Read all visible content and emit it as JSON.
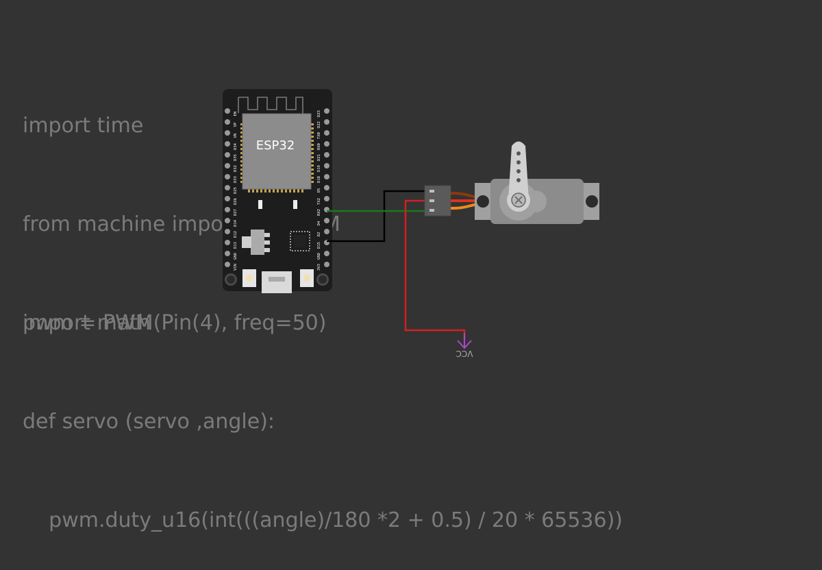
{
  "code": {
    "top_lines": [
      "import time",
      "from machine import Pin, PWM",
      "import math"
    ],
    "middle_lines": [
      "pwm = PWM(Pin(4), freq=50)"
    ],
    "bottom_lines": [
      "def servo (servo ,angle):",
      "    pwm.duty_u16(int(((angle)/180 *2 + 0.5) / 20 * 65536))"
    ]
  },
  "esp32": {
    "chip_label": "ESP32",
    "left_pins": [
      "EN",
      "VP",
      "VN",
      "D34",
      "D35",
      "D32",
      "D33",
      "D25",
      "D26",
      "D27",
      "D14",
      "D12",
      "D13",
      "GND",
      "VIN"
    ],
    "right_pins": [
      "D23",
      "D22",
      "TX0",
      "RX0",
      "D21",
      "D19",
      "D18",
      "D5",
      "TX2",
      "RX2",
      "D4",
      "D2",
      "D15",
      "GND",
      "3V3"
    ]
  },
  "vcc": {
    "label": "VCC",
    "color": "#a94ac8"
  },
  "wires": {
    "ground_color": "#000000",
    "signal_color": "#1a7a1a",
    "power_color": "#d42020"
  },
  "servo_cable_colors": [
    "#8a3a0e",
    "#e0331b",
    "#f08a1c"
  ]
}
